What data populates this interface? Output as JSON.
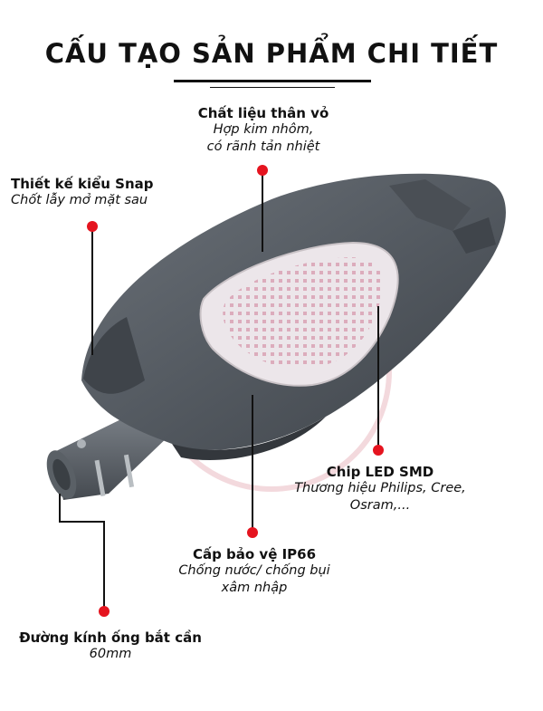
{
  "title": "CẤU TẠO SẢN PHẨM CHI TIẾT",
  "callouts": {
    "body": {
      "heading": "Chất liệu thân vỏ",
      "line1": "Hợp kim nhôm,",
      "line2": "có rãnh tản nhiệt"
    },
    "snap": {
      "heading": "Thiết kế kiểu Snap",
      "line1": "Chốt lẫy mở mặt sau"
    },
    "chip": {
      "heading": "Chip LED SMD",
      "line1": "Thương hiệu Philips, Cree,",
      "line2": "Osram,..."
    },
    "ip": {
      "heading": "Cấp bảo vệ IP66",
      "line1": "Chống nước/ chống bụi",
      "line2": "xâm nhập"
    },
    "pipe": {
      "heading": "Đường kính ống bắt cần",
      "line1": "60mm"
    }
  },
  "colors": {
    "housing": "#545a61",
    "housing_dark": "#3c4147",
    "lens": "#ece6ea",
    "dot": "#e5141f",
    "line": "#111111"
  }
}
